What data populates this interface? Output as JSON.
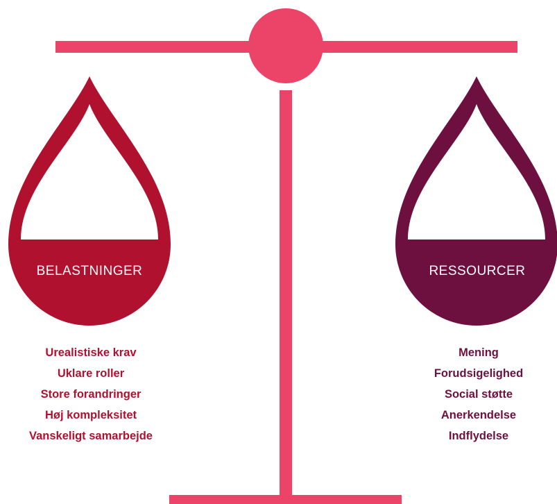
{
  "left_pan": {
    "label": "BELASTNINGER",
    "items": [
      "Urealistiske krav",
      "Uklare roller",
      "Store forandringer",
      "Høj kompleksitet",
      "Vanskeligt samarbejde"
    ]
  },
  "right_pan": {
    "label": "RESSOURCER",
    "items": [
      "Mening",
      "Forudsigelighed",
      "Social støtte",
      "Anerkendelse",
      "Indflydelse"
    ]
  },
  "colors": {
    "scale": "#ec4468",
    "left_pan": "#b0112e",
    "right_pan": "#6d1040",
    "label_text": "#ffffff"
  }
}
